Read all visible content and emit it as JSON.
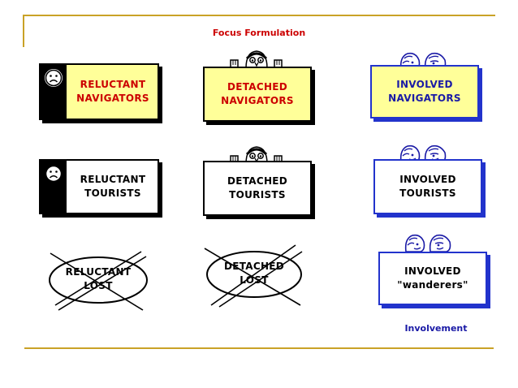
{
  "title": "Focus Formulation",
  "footer": "Involvement",
  "colors": {
    "red": "#cc0000",
    "blue": "#1a1aa6",
    "yellow": "#ffff99",
    "border_blue": "#2233cc",
    "rule": "#c9a227"
  },
  "row1": {
    "reluctant": [
      "RELUCTANT",
      "NAVIGATORS"
    ],
    "detached": [
      "DETACHED",
      "NAVIGATORS"
    ],
    "involved": [
      "INVOLVED",
      "NAVIGATORS"
    ]
  },
  "row2": {
    "reluctant": [
      "RELUCTANT",
      "TOURISTS"
    ],
    "detached": [
      "DETACHED",
      "TOURISTS"
    ],
    "involved": [
      "INVOLVED",
      "TOURISTS"
    ]
  },
  "row3": {
    "reluctant": [
      "RELUCTANT",
      "LOST"
    ],
    "detached": [
      "DETACHED",
      "LOST"
    ],
    "involved": [
      "INVOLVED",
      "\"wanderers\""
    ]
  },
  "icons": {
    "sad_face": "sad-face-icon",
    "peeking_face": "peeking-face-icon",
    "happy_faces": "happy-faces-icon"
  }
}
